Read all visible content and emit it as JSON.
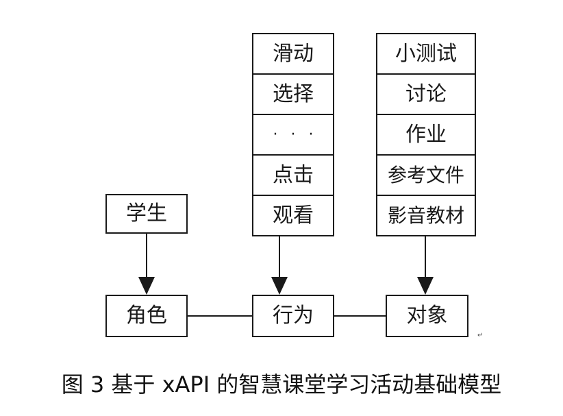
{
  "diagram": {
    "actor_box": {
      "label": "学生"
    },
    "verbs_stack": [
      "滑动",
      "选择",
      "· · ·",
      "点击",
      "观看"
    ],
    "objects_stack": [
      "小测试",
      "讨论",
      "作业",
      "参考文件",
      "影音教材"
    ],
    "bottom_row": {
      "role": "角色",
      "action": "行为",
      "object": "对象"
    },
    "stray_mark": "↵"
  },
  "caption": "图 3  基于 xAPI 的智慧课堂学习活动基础模型",
  "colors": {
    "line": "#1a1a1a",
    "text": "#1a1a1a",
    "background": "#ffffff"
  }
}
